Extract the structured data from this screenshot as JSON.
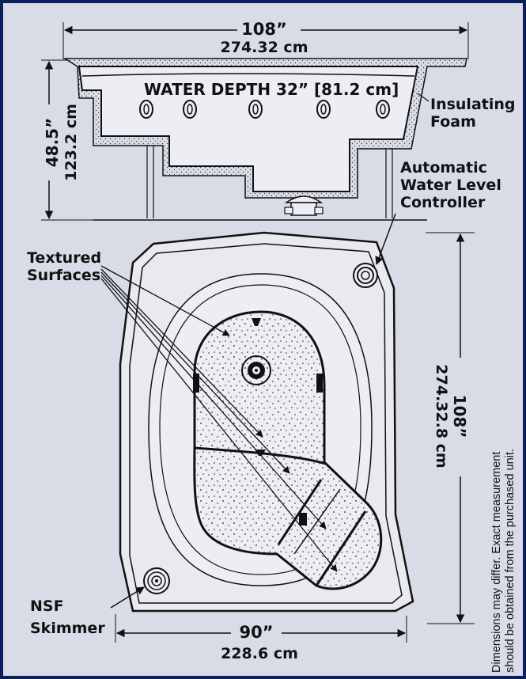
{
  "colors": {
    "frame": "#0b1f5c",
    "background": "#d9dce6",
    "ink": "#111111",
    "tub": "#eceef3"
  },
  "section": {
    "width_in": "108”",
    "width_cm": "274.32 cm",
    "water_depth": "WATER DEPTH 32” [81.2 cm]",
    "height_in": "48.5”",
    "height_cm": "123.2 cm",
    "insulating_foam": [
      "Insulating",
      "Foam"
    ],
    "water_level_controller": [
      "Automatic",
      "Water Level",
      "Controller"
    ]
  },
  "plan": {
    "textured_surfaces": [
      "Textured",
      "Surfaces"
    ],
    "length_in": "108”",
    "length_cm": "274.32.8 cm",
    "width_in": "90”",
    "width_cm": "228.6 cm",
    "nsf_skimmer": [
      "NSF",
      "Skimmer"
    ]
  },
  "disclaimer": [
    "Dimensions may differ. Exact measurement",
    "should be obtained from the purchased unit."
  ],
  "icons": {
    "jet": "jet-icon",
    "drain": "drain-icon",
    "skimmer": "skimmer-icon",
    "controller": "controller-icon"
  }
}
